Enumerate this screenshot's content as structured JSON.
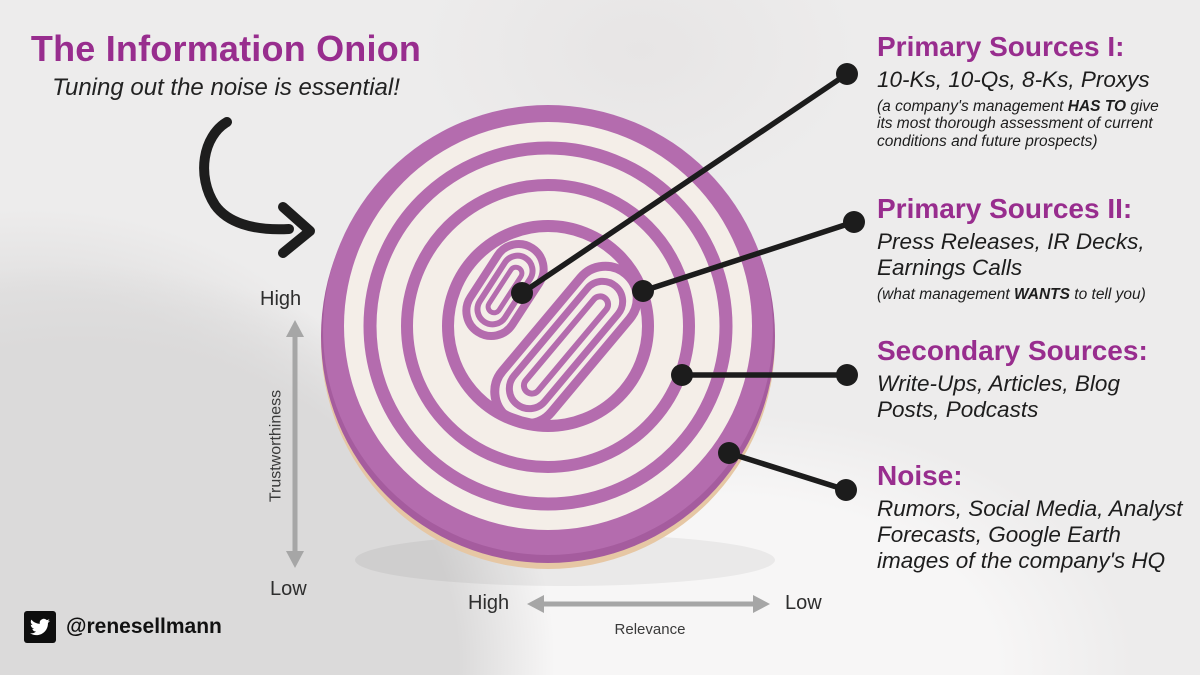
{
  "title": {
    "heading": "The Information Onion",
    "subtitle": "Tuning out the noise is essential!"
  },
  "colors": {
    "accent_purple": "#982d8e",
    "onion_ring_purple": "#b46cae",
    "onion_rim_dark": "#a55c9e",
    "onion_flesh_cream": "#f4eee8",
    "onion_base_peach": "#e6c7a4",
    "connector_black": "#1c1c1c",
    "axis_gray": "#a6a6a6"
  },
  "axes": {
    "vertical": {
      "label": "Trustworthiness",
      "top": "High",
      "bottom": "Low"
    },
    "horizontal": {
      "label": "Relevance",
      "left": "High",
      "right": "Low"
    }
  },
  "labels": [
    {
      "heading": "Primary Sources I:",
      "body": "10-Ks, 10-Qs, 8-Ks, Proxys",
      "note_pre": "(a company's management ",
      "note_bold": "HAS TO",
      "note_post": " give its most thorough assessment of current conditions and future prospects)"
    },
    {
      "heading": "Primary Sources II:",
      "body": "Press Releases, IR Decks, Earnings Calls",
      "note_pre": "(what management ",
      "note_bold": "WANTS",
      "note_post": " to tell you)"
    },
    {
      "heading": "Secondary Sources:",
      "body": "Write-Ups, Articles, Blog Posts, Podcasts"
    },
    {
      "heading": "Noise:",
      "body": "Rumors, Social Media, Analyst Forecasts, Google Earth images of the company's HQ"
    }
  ],
  "footer": {
    "icon": "twitter-icon",
    "handle": "@renesellmann"
  }
}
